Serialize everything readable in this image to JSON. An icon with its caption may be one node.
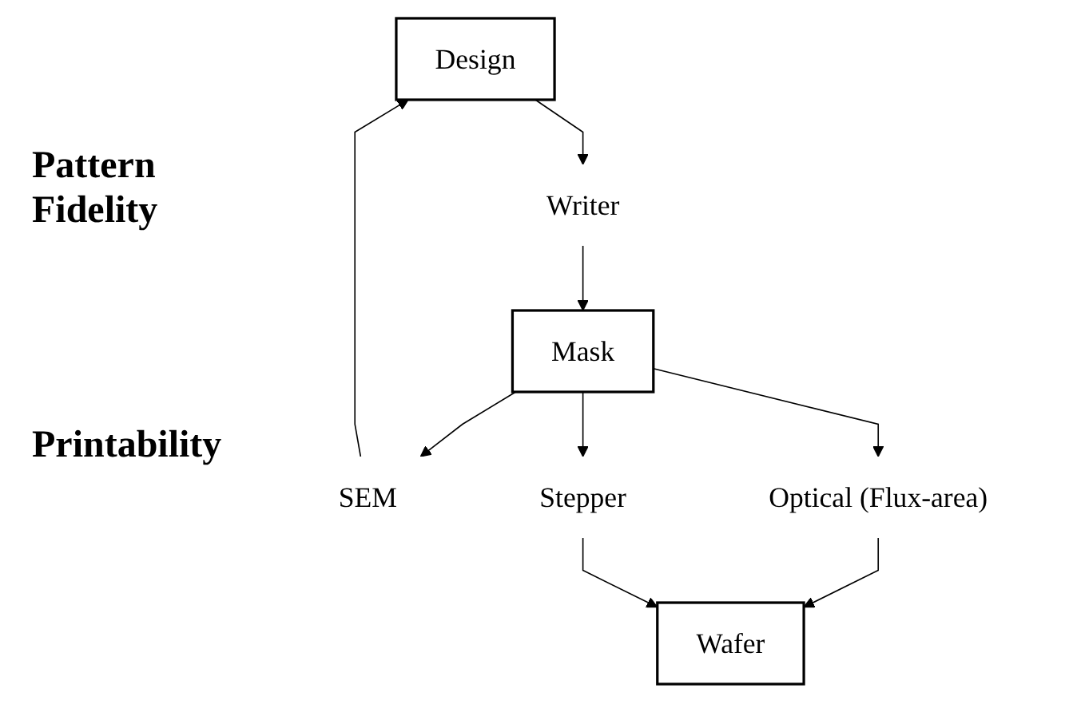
{
  "diagram": {
    "nodes": [
      {
        "text": [
          "Design"
        ]
      },
      {
        "text": [
          "Writer"
        ]
      },
      {
        "text": [
          "Mask"
        ]
      },
      {
        "text": [
          "SEM"
        ]
      },
      {
        "text": [
          "Optical (Flux-area)"
        ]
      },
      {
        "text": [
          "Stepper"
        ]
      },
      {
        "text": [
          "Wafer"
        ]
      }
    ],
    "edges": [
      {
        "from": 0,
        "to": 1,
        "arrow": "to"
      },
      {
        "from": 1,
        "to": 2,
        "arrow": "to"
      },
      {
        "from": 2,
        "to": 3,
        "arrow": "to"
      },
      {
        "from": 3,
        "to": 0,
        "arrow": "to"
      },
      {
        "from": 2,
        "to": 4,
        "arrow": "to"
      },
      {
        "from": 2,
        "to": 5,
        "arrow": "to"
      },
      {
        "from": 4,
        "to": 6,
        "arrow": "to"
      },
      {
        "from": 5,
        "to": 6,
        "arrow": "to"
      }
    ],
    "labels": [
      "Pattern Fidelity",
      "Printability"
    ]
  }
}
